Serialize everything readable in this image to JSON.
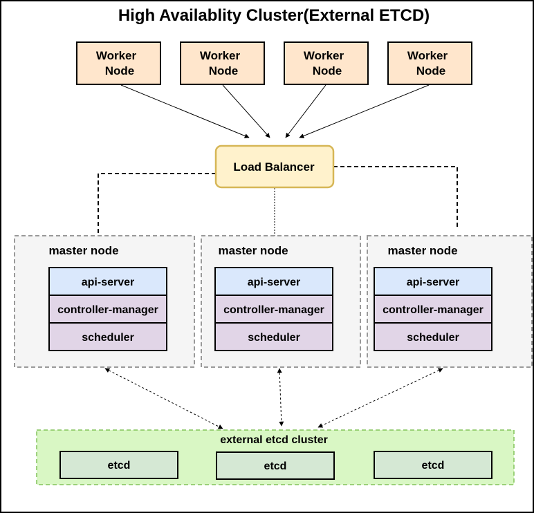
{
  "title": "High Availablity Cluster(External ETCD)",
  "worker_nodes": [
    {
      "line1": "Worker",
      "line2": "Node"
    },
    {
      "line1": "Worker",
      "line2": "Node"
    },
    {
      "line1": "Worker",
      "line2": "Node"
    },
    {
      "line1": "Worker",
      "line2": "Node"
    }
  ],
  "load_balancer": {
    "label": "Load Balancer"
  },
  "master_nodes": [
    {
      "label": "master node",
      "components": [
        "api-server",
        "controller-manager",
        "scheduler"
      ]
    },
    {
      "label": "master node",
      "components": [
        "api-server",
        "controller-manager",
        "scheduler"
      ]
    },
    {
      "label": "master node",
      "components": [
        "api-server",
        "controller-manager",
        "scheduler"
      ]
    }
  ],
  "etcd_cluster": {
    "label": "external etcd cluster",
    "members": [
      "etcd",
      "etcd",
      "etcd"
    ]
  },
  "colors": {
    "worker_fill": "#ffe6cc",
    "load_balancer_fill": "#fff2cc",
    "load_balancer_border": "#d6b656",
    "master_fill": "#f5f5f5",
    "master_border": "#999999",
    "api_server_fill": "#dae8fc",
    "component_fill": "#e1d5e7",
    "etcd_cluster_fill": "#d9f7c4",
    "etcd_cluster_border": "#82c35a",
    "etcd_fill": "#d5e8d4"
  }
}
